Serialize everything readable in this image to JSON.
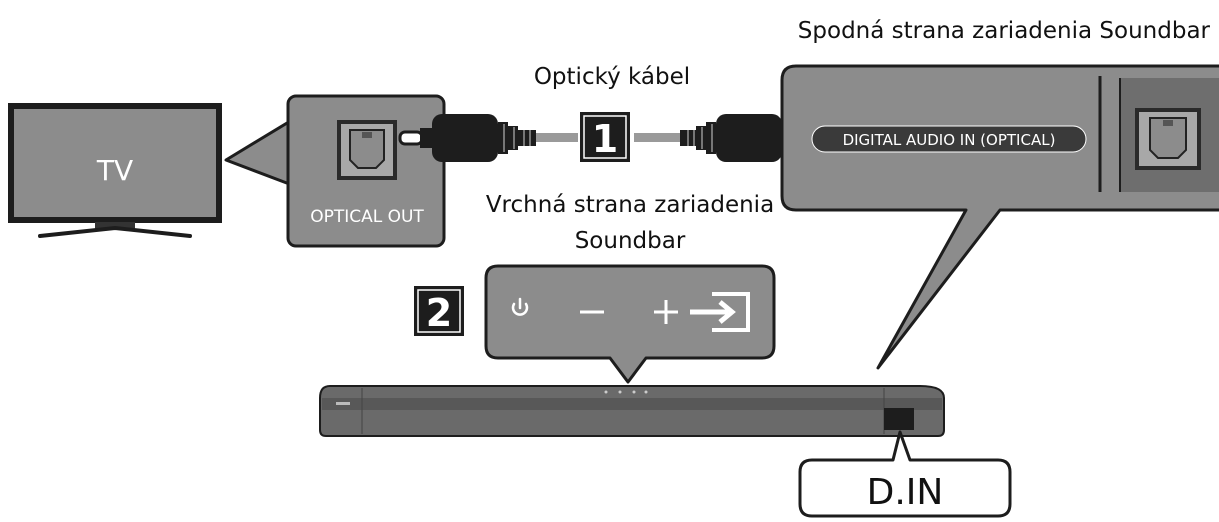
{
  "labels": {
    "soundbar_bottom": "Spodná strana zariadenia Soundbar",
    "optical_cable": "Optický kábel",
    "soundbar_top_line1": "Vrchná strana zariadenia",
    "soundbar_top_line2": "Soundbar",
    "tv": "TV",
    "optical_out": "OPTICAL OUT",
    "digital_audio_in": "DIGITAL AUDIO IN (OPTICAL)",
    "d_in": "D.IN"
  },
  "steps": [
    "1",
    "2"
  ],
  "control_panel": {
    "buttons": [
      "power-icon",
      "volume-down-icon",
      "volume-up-icon",
      "input-source-icon"
    ]
  },
  "colors": {
    "panel_gray": "#8c8c8c",
    "dark": "#1a1a1a",
    "soundbar_body": "#5a5a5a",
    "cable_gray": "#9a9a9a"
  }
}
